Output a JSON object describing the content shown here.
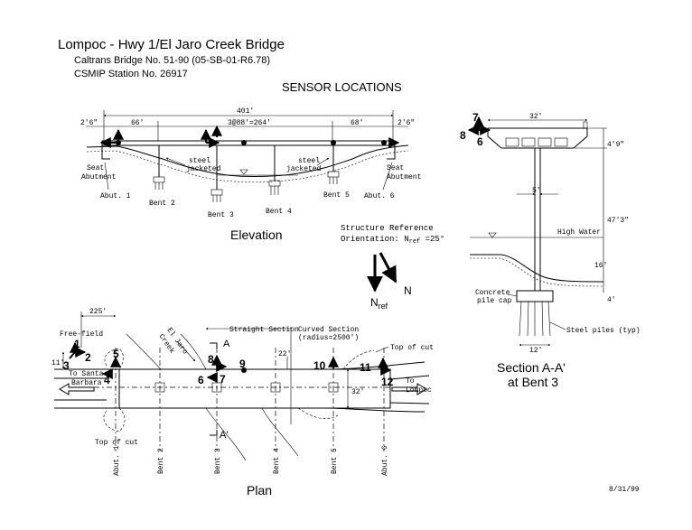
{
  "header": {
    "title": "Lompoc - Hwy 1/El Jaro Creek Bridge",
    "bridge_no": "Caltrans Bridge No. 51-90 (05-SB-01-R6.78)",
    "station_no": "CSMIP Station No. 26917",
    "subtitle": "SENSOR LOCATIONS"
  },
  "elevation": {
    "title": "Elevation",
    "dim_total": "401'",
    "dim_left_end": "2'6\"",
    "dim_left_span": "66'",
    "dim_center": "3@88'=264'",
    "dim_right_span": "68'",
    "dim_right_end": "2'6\"",
    "label_steel_jacketed": "steel\njacketed",
    "label_seat_abutment": "Seat\nAbutment",
    "abut1": "Abut. 1",
    "bent2": "Bent 2",
    "bent3": "Bent 3",
    "bent4": "Bent 4",
    "bent5": "Bent 5",
    "abut6": "Abut. 6"
  },
  "orientation": {
    "line1": "Structure Reference",
    "line2": "Orientation: N",
    "sub": "ref",
    "line2b": " =25°",
    "n_label": "N",
    "nref_label": "N",
    "nref_sub": "ref"
  },
  "section": {
    "title_line1": "Section A-A'",
    "title_line2": "at Bent 3",
    "width": "32'",
    "h1": "4'9\"",
    "offset": "5'",
    "h_total": "47'3\"",
    "high_water": "High Water",
    "h2": "16'",
    "h3": "4'",
    "pile_cap": "Concrete\npile cap",
    "steel_piles": "Steel piles (typ)",
    "footing": "12'",
    "sensor7": "7",
    "sensor8": "8",
    "sensor6": "6"
  },
  "plan": {
    "title": "Plan",
    "dim_225": "225'",
    "free_field": "Free-field",
    "dim_11": "11'",
    "to_santa_barbara": "To Santa\nBarbara",
    "top_of_cut_left": "Top of cut",
    "top_of_cut_right": "Top of cut",
    "el_jaro_creek": "El Jaro\nCreek",
    "straight_section": "Straight Section",
    "curved_section": "Curved Section",
    "radius": "(radius=2500')",
    "dim_22": "22'",
    "dim_32": "32'",
    "to_lompoc": "To\nLompoc",
    "cut_a": "A",
    "cut_a_prime": "A'",
    "axis_labels": [
      "Abut. 1",
      "Bent 2",
      "Bent 3",
      "Bent 4",
      "Bent 5",
      "Abut. 6"
    ],
    "sensors": [
      "1",
      "2",
      "3",
      "4",
      "5",
      "6",
      "7",
      "8",
      "9",
      "10",
      "11",
      "12"
    ]
  },
  "date": "8/31/99"
}
